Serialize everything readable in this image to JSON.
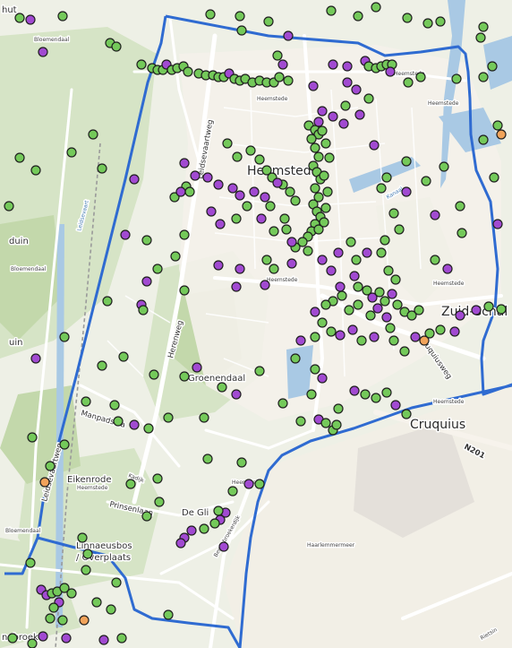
{
  "map": {
    "colors": {
      "boundary": "#2f6bd1",
      "point_green": "#74c95a",
      "point_purple": "#a14ad1",
      "point_orange": "#f1a35a",
      "point_stroke": "#1f1f1f",
      "land": "#eef0e6",
      "green_area": "#d3e2c3",
      "forest": "#c6d9b0",
      "water": "#a9c9e4",
      "road": "#ffffff",
      "industrial": "#e6e1dc"
    },
    "labels": {
      "heemstede_top": "Heemstede",
      "bloemendaal": "Bloemendaal",
      "heemstede_center": "Heemsted",
      "heemstede_right": "Heemstede",
      "heemstede_mid": "Heemstede",
      "heemstede_small_1": "Heemstede",
      "heemstede_small_2": "Heemstede",
      "heemstede_right_lower": "Heemstede",
      "heemstede_south": "Heemstede",
      "zuid_schalk": "Zuid-Schal",
      "groenendaal": "Groenendaal",
      "cruquius": "Cruquius",
      "eikenrode": "Eikenrode",
      "eikenrode_sub": "Heemstede",
      "linnaeusbos": "Linnaeusbos",
      "overplaats": "/ Overplaats",
      "de_glip": "De Gli",
      "haarlemmermeer": "Haarlemmermeer",
      "duin_1": "duin",
      "duin_2": "uin",
      "bloemendaal_left": "Bloemendaal",
      "bloemendaal_bottom": "Bloemendaal",
      "hut": "hut",
      "nebroek": "nebroek",
      "n201": "N201",
      "rietsin": "Rietsin",
      "leidsevaart_road": "Leidsevaartweg",
      "leidsevaart_canal": "Leidsevaart",
      "herenweg": "Herenweg",
      "manpadslaan": "Manpadslaa",
      "kadijk": "Kadijk",
      "prinsenlaan": "Prinsenlaan",
      "cruquiusweg": "Cruquiusweg",
      "bennebroekerdijk": "Bennebroekerdijk",
      "leidsevaart_road_2": "Leidsevaartweg",
      "kanaal": "Kanaal"
    }
  }
}
